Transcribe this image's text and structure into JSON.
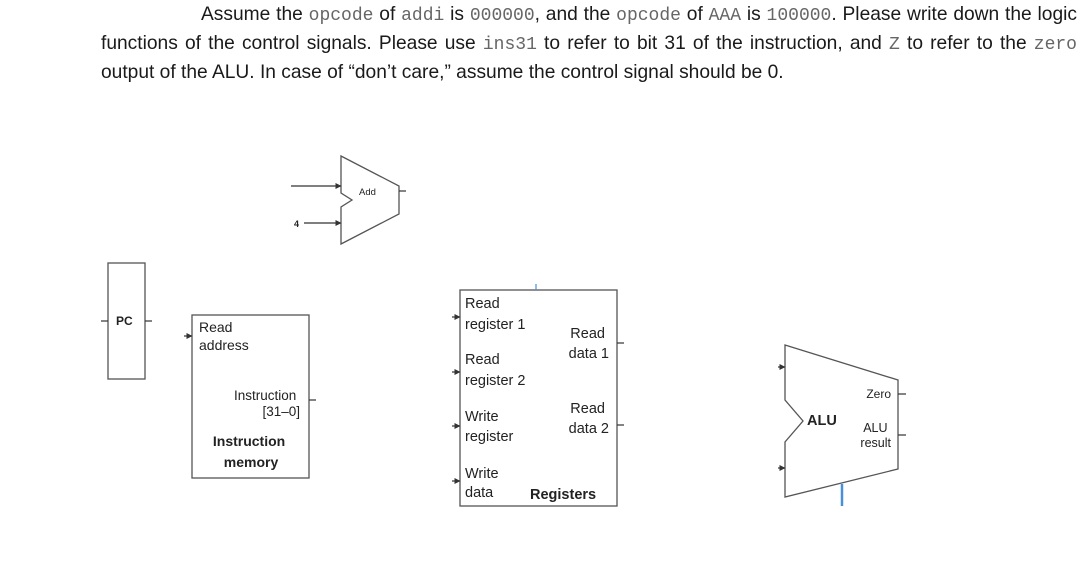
{
  "question": {
    "t1": "Assume the ",
    "c1": "opcode",
    "t2": " of ",
    "c2": "addi",
    "t3": " is ",
    "c3": "000000",
    "t4": ", and the ",
    "c4": "opcode",
    "t5": " of ",
    "c5": "AAA",
    "t6": " is ",
    "c6": "100000",
    "t7": ". Please write down the logic functions of the control signals. Please use ",
    "c7": "ins31",
    "t8": " to refer to bit 31 of the instruction, and ",
    "c8": "Z",
    "t9": " to refer to the ",
    "c9": "zero",
    "t10": " output of the ALU. In case of “don’t care,” assume the control signal should be 0."
  },
  "diagram": {
    "adder": {
      "label": "Add",
      "const_input": "4"
    },
    "pc": {
      "label": "PC"
    },
    "instruction_memory": {
      "read_address": [
        "Read",
        "address"
      ],
      "instruction": [
        "Instruction",
        "[31–0]"
      ],
      "title": [
        "Instruction",
        "memory"
      ]
    },
    "registers": {
      "read_register_1": [
        "Read",
        "register 1"
      ],
      "read_register_2": [
        "Read",
        "register 2"
      ],
      "write_register": [
        "Write",
        "register"
      ],
      "write_data": [
        "Write",
        "data"
      ],
      "read_data_1": [
        "Read",
        "data 1"
      ],
      "read_data_2": [
        "Read",
        "data 2"
      ],
      "title": "Registers"
    },
    "alu": {
      "label": "ALU",
      "zero": "Zero",
      "result": [
        "ALU",
        "result"
      ],
      "control_color": "#4a90d9"
    }
  }
}
